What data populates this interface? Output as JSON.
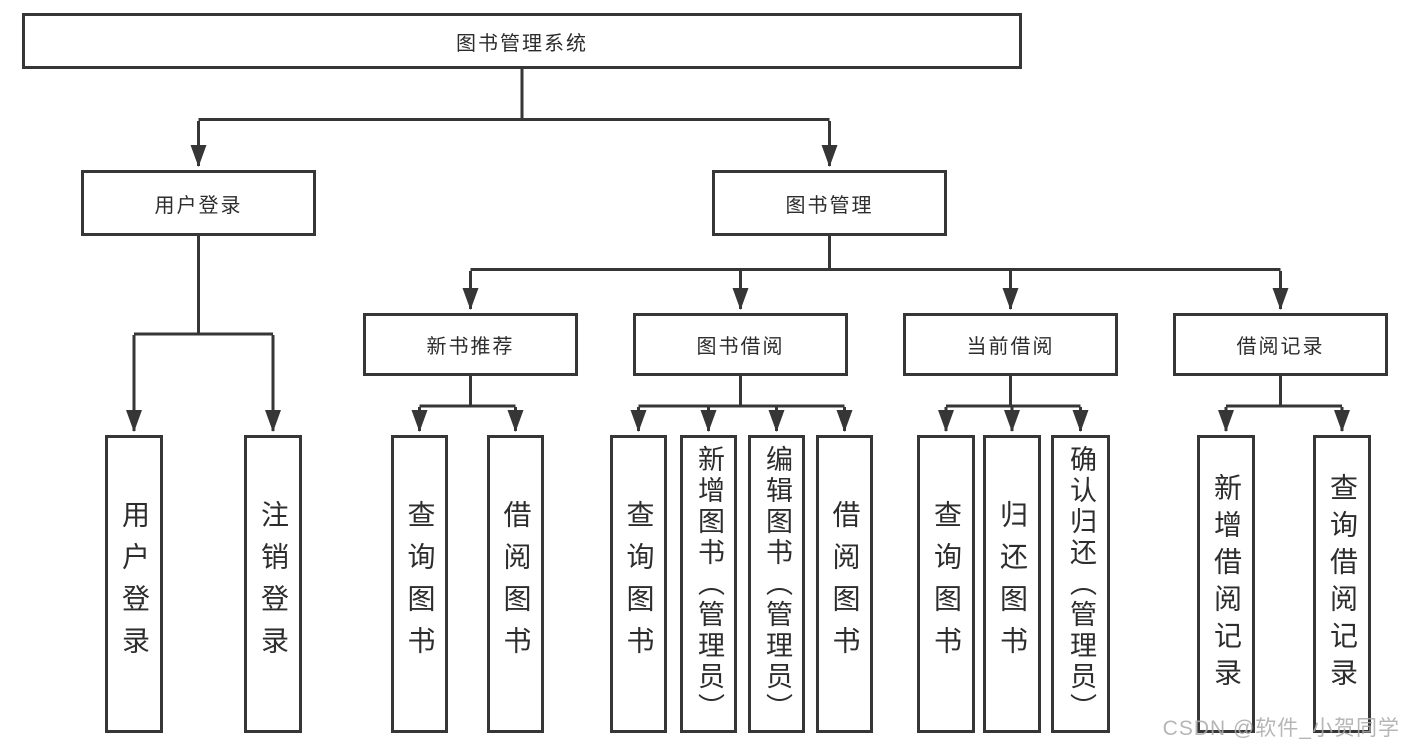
{
  "title": "图书管理系统",
  "level2": [
    "用户登录",
    "图书管理"
  ],
  "level3": [
    "新书推荐",
    "图书借阅",
    "当前借阅",
    "借阅记录"
  ],
  "login_children": [
    "用户登录",
    "注销登录"
  ],
  "newbook_children": [
    "查询图书",
    "借阅图书"
  ],
  "borrow_children": [
    "查询图书",
    "新增图书（管理员）",
    "编辑图书（管理员）",
    "借阅图书"
  ],
  "current_children": [
    "查询图书",
    "归还图书",
    "确认归还（管理员）"
  ],
  "records_children": [
    "新增借阅记录",
    "查询借阅记录"
  ],
  "watermark": "CSDN @软件_小贺同学",
  "colors": {
    "line": "#363636",
    "box_border": "#363636",
    "text": "#2d2d2d",
    "watermark": "#acacac",
    "background": "#ffffff"
  }
}
